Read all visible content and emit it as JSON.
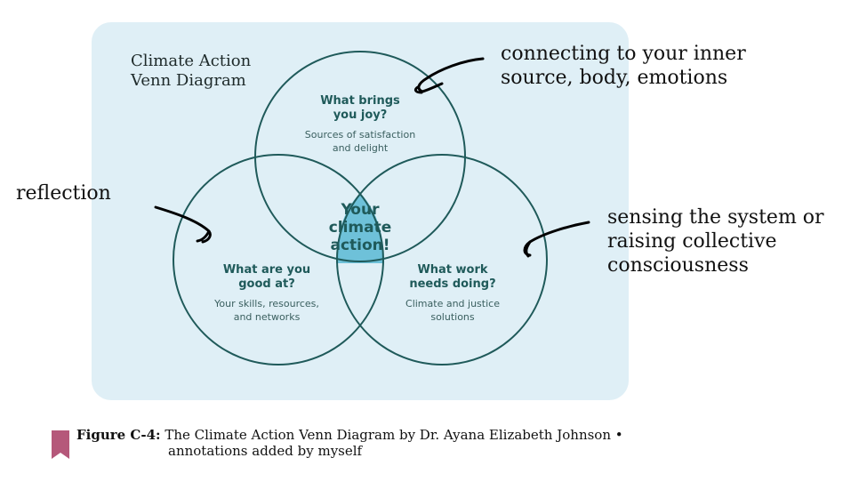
{
  "diagram": {
    "title": "Climate Action\nVenn Diagram",
    "circles": [
      {
        "heading": "What brings\nyou joy?",
        "subtext": "Sources of satisfaction\nand delight"
      },
      {
        "heading": "What are you\ngood at?",
        "subtext": "Your skills, resources,\nand networks"
      },
      {
        "heading": "What work\nneeds doing?",
        "subtext": "Climate and justice\nsolutions"
      }
    ],
    "center": "Your\nclimate\naction!",
    "colors": {
      "panel": "#dfeff6",
      "circle_stroke": "#1f5a5a",
      "center_fill": "#5bb8d4",
      "text": "#1f5a5a"
    }
  },
  "annotations": {
    "top_right": "connecting to your inner\nsource, body, emotions",
    "left": "reflection",
    "right": "sensing the system or\nraising collective\nconsciousness"
  },
  "caption": {
    "label": "Figure C-4:",
    "text_line1": " The Climate Action Venn Diagram by Dr. Ayana Elizabeth Johnson •",
    "text_line2": "annotations added by myself",
    "bookmark_color": "#b5587a"
  }
}
